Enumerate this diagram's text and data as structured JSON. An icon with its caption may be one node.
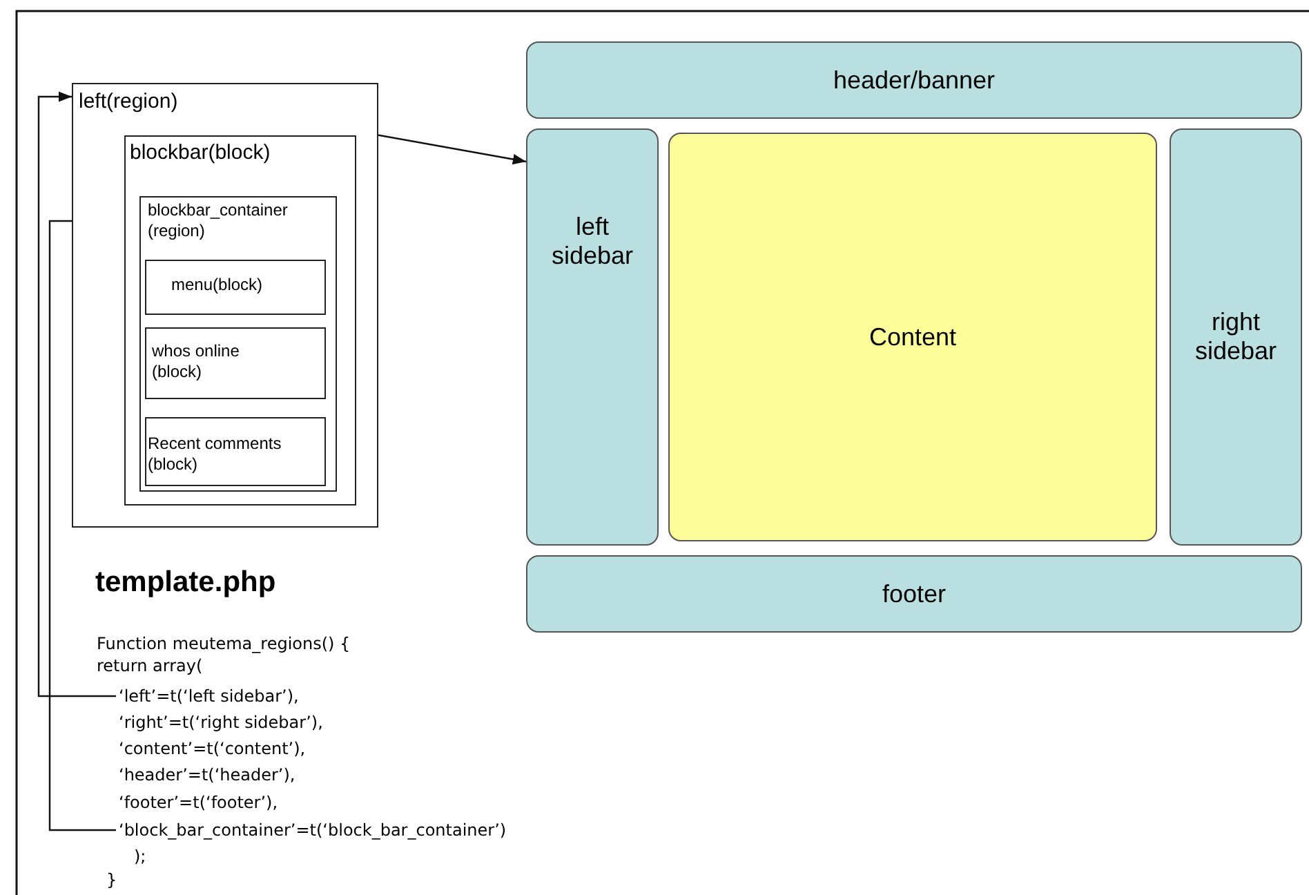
{
  "diagram": {
    "title": "template.php",
    "nodes": [
      {
        "text": [
          "left(region)"
        ]
      },
      {
        "text": [
          "blockbar(block)"
        ],
        "in": 0
      },
      {
        "text": [
          "blockbar_container (region)"
        ],
        "in": 1
      },
      {
        "text": [
          "menu(block)"
        ],
        "in": 2
      },
      {
        "text": [
          "whos online (block)"
        ],
        "in": 2
      },
      {
        "text": [
          "Recent comments (block)"
        ],
        "in": 2
      },
      {
        "text": [
          "header/banner"
        ]
      },
      {
        "text": [
          "left sidebar"
        ]
      },
      {
        "text": [
          "Content"
        ]
      },
      {
        "text": [
          "right sidebar"
        ]
      },
      {
        "text": [
          "footer"
        ]
      },
      {
        "text": [
          "‘left’=t(‘left sidebar’),"
        ]
      },
      {
        "text": [
          "‘block_bar_container’=t(‘block_bar_container’)"
        ]
      }
    ],
    "edges": [
      {
        "from": 11,
        "to": 0,
        "arrow": "to"
      },
      {
        "from": 12,
        "to": 2,
        "arrow": "to"
      },
      {
        "from": 0,
        "to": 7,
        "arrow": "to"
      }
    ],
    "labels": [
      "Function meutema_regions() {",
      "return array(",
      "‘right’=t(‘right sidebar’),",
      "‘content’=t(‘content’),",
      "‘header’=t(‘header’),",
      "‘footer’=t(‘footer’),",
      ");",
      "}"
    ]
  }
}
